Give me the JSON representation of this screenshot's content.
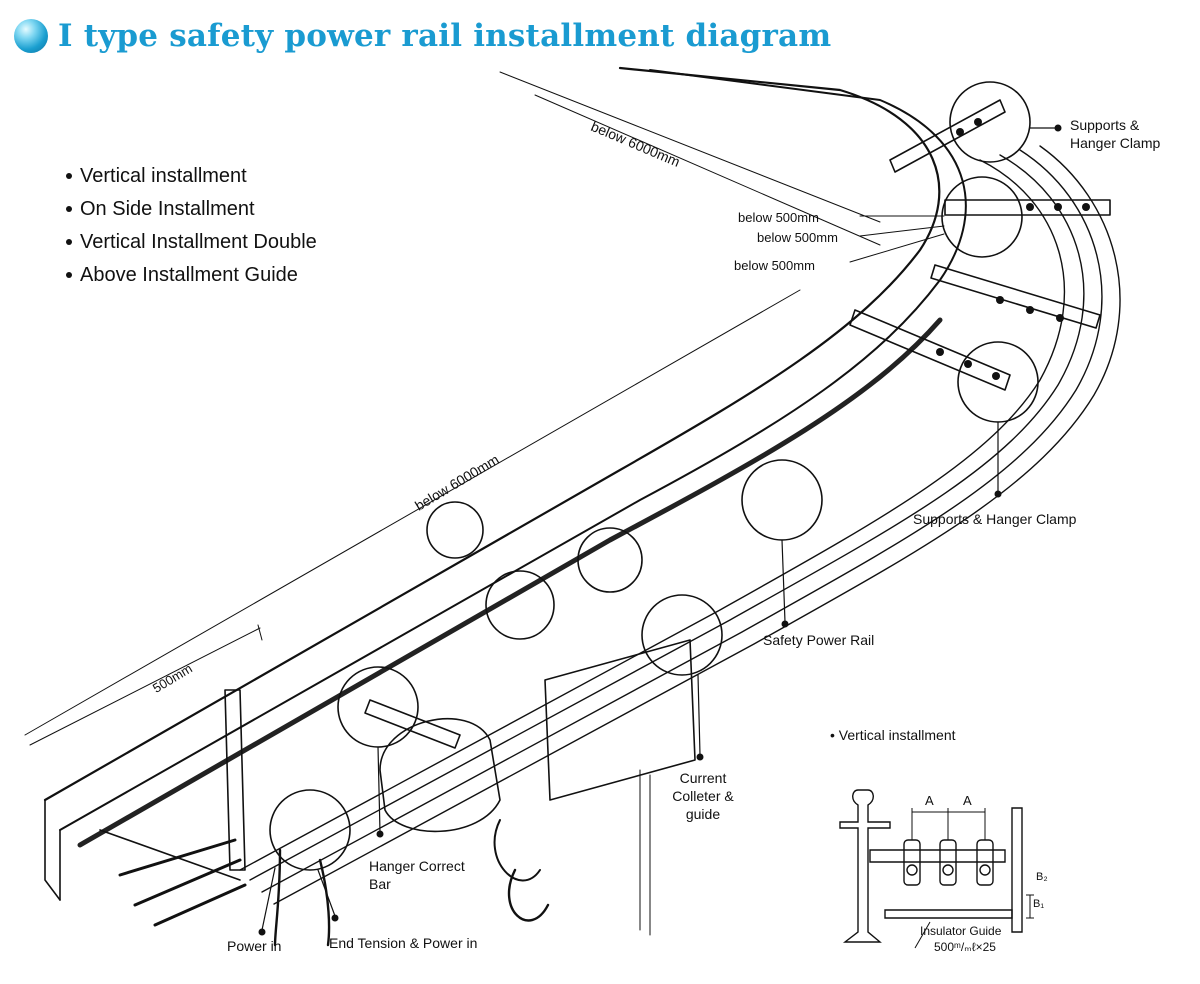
{
  "header": {
    "title": "I type safety power rail installment diagram"
  },
  "features": [
    "Vertical installment",
    "On Side Installment",
    "Vertical Installment Double",
    "Above Installment Guide"
  ],
  "dimensions": {
    "top_length": "below  6000mm",
    "curve_1": "below 500mm",
    "curve_2": "below 500mm",
    "curve_3": "below 500mm",
    "long_length": "below  6000mm",
    "segment": "500mm"
  },
  "callouts": {
    "supports_top": "Supports &\nHanger Clamp",
    "supports_right": "Supports & Hanger Clamp",
    "safety_rail": "Safety Power Rail",
    "collector": "Current\nColleter &\nguide",
    "hanger_bar": "Hanger Correct\nBar",
    "power_in": "Power in",
    "end_tension": "End Tension & Power in"
  },
  "detail": {
    "title": "• Vertical installment",
    "dim_a1": "A",
    "dim_a2": "A",
    "dim_b1": "B₁",
    "dim_b2": "B₂",
    "guide_label": "Insulator Guide",
    "guide_spec": "500ᵐ/ₘℓ×25"
  },
  "colors": {
    "title": "#1a9bd1",
    "ink": "#111111"
  }
}
